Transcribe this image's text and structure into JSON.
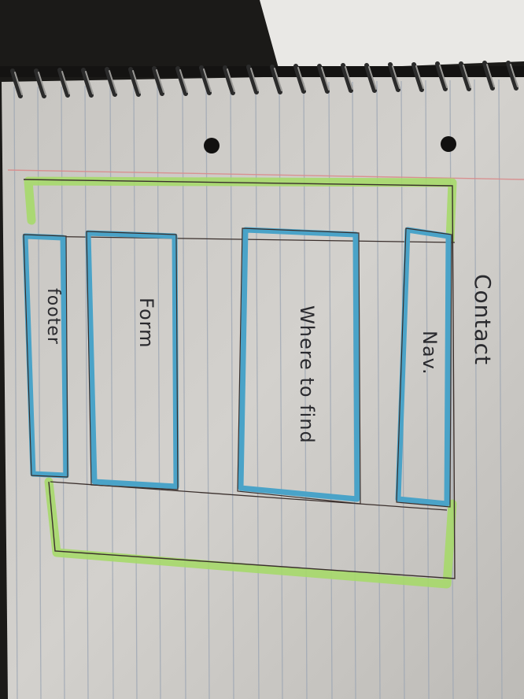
{
  "sketch": {
    "heading": "Contact",
    "sections": [
      {
        "label": "Nav."
      },
      {
        "label": "Where to find"
      },
      {
        "label": "Form"
      },
      {
        "label": "footer"
      }
    ]
  },
  "colors": {
    "paper": "#cfcdc9",
    "rule_line": "#9ea7b4",
    "margin_line": "#d98b8b",
    "wireframe_outline": "#3a2f2c",
    "highlighter_green": "#a6d96a",
    "highlighter_blue": "#4aa3c8",
    "background": "#1b1a18"
  }
}
